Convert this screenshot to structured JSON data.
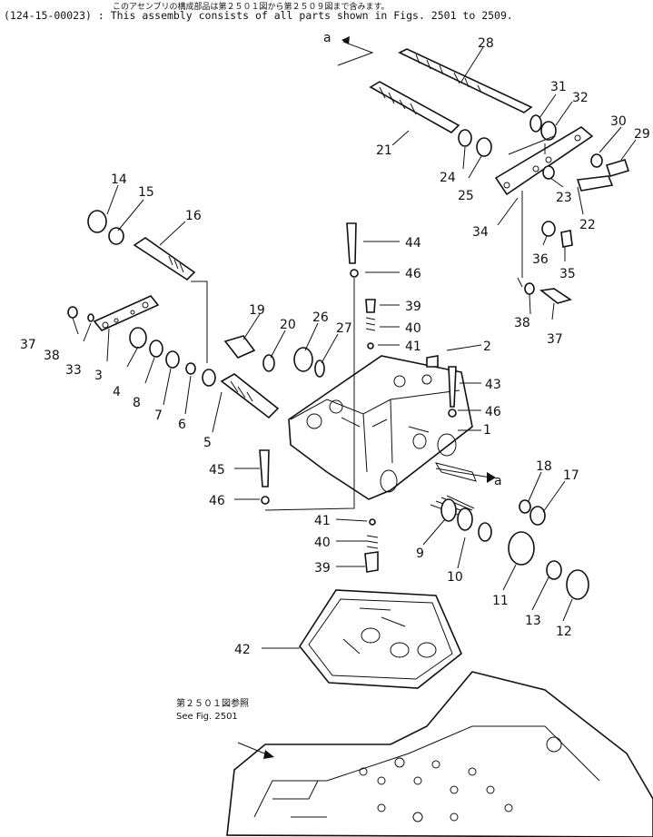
{
  "header": {
    "japanese_note": "このアセンブリの構成部品は第２５０１図から第２５０９図まで含みます。",
    "assembly_note": "(124-15-00023) : This assembly consists of all parts shown in Figs. 2501 to 2509."
  },
  "reference": {
    "jp": "第２５０１図参照",
    "en": "See Fig. 2501"
  },
  "arrow_marker": "a",
  "part_labels": [
    "1",
    "2",
    "3",
    "4",
    "5",
    "6",
    "7",
    "8",
    "9",
    "10",
    "11",
    "12",
    "13",
    "14",
    "15",
    "16",
    "17",
    "18",
    "19",
    "20",
    "21",
    "22",
    "23",
    "24",
    "25",
    "26",
    "27",
    "28",
    "29",
    "30",
    "31",
    "32",
    "33",
    "34",
    "35",
    "36",
    "37",
    "38",
    "39",
    "40",
    "41",
    "42",
    "43",
    "44",
    "45",
    "46"
  ]
}
